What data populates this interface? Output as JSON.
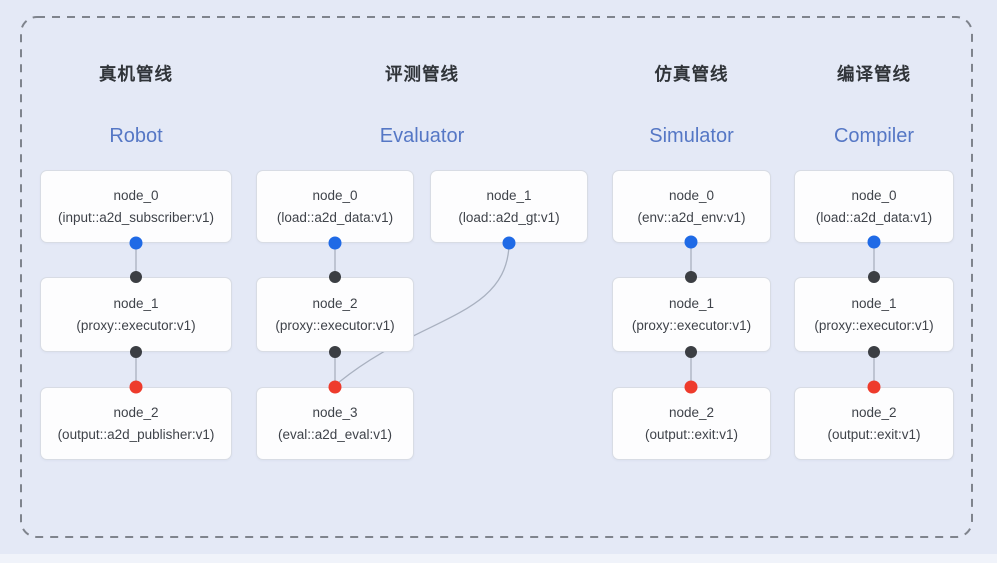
{
  "palette": {
    "background": "#e4e9f6",
    "box_bg": "#fdfdfe",
    "box_border": "#d8dce4",
    "edge": "#a9b1c0",
    "dashed": "#7f848d",
    "dot_blue": "#1f6ae6",
    "dot_dark": "#3b3e43",
    "dot_red": "#ee3b2c",
    "title_zh": "#303439",
    "title_en": "#5577c5",
    "node_text": "#3f434a"
  },
  "pipelines": [
    {
      "title_zh": "真机管线",
      "title_en": "Robot",
      "nodes": [
        {
          "title": "node_0",
          "subtitle": "(input::a2d_subscriber:v1)"
        },
        {
          "title": "node_1",
          "subtitle": "(proxy::executor:v1)"
        },
        {
          "title": "node_2",
          "subtitle": "(output::a2d_publisher:v1)"
        }
      ],
      "edges": [
        "node_0 -> node_1",
        "node_1 -> node_2"
      ]
    },
    {
      "title_zh": "评测管线",
      "title_en": "Evaluator",
      "nodes": [
        {
          "title": "node_0",
          "subtitle": "(load::a2d_data:v1)"
        },
        {
          "title": "node_1",
          "subtitle": "(load::a2d_gt:v1)"
        },
        {
          "title": "node_2",
          "subtitle": "(proxy::executor:v1)"
        },
        {
          "title": "node_3",
          "subtitle": "(eval::a2d_eval:v1)"
        }
      ],
      "edges": [
        "node_0 -> node_2",
        "node_2 -> node_3",
        "node_1 -> node_3"
      ]
    },
    {
      "title_zh": "仿真管线",
      "title_en": "Simulator",
      "nodes": [
        {
          "title": "node_0",
          "subtitle": "(env::a2d_env:v1)"
        },
        {
          "title": "node_1",
          "subtitle": "(proxy::executor:v1)"
        },
        {
          "title": "node_2",
          "subtitle": "(output::exit:v1)"
        }
      ],
      "edges": [
        "node_0 -> node_1",
        "node_1 -> node_2"
      ]
    },
    {
      "title_zh": "编译管线",
      "title_en": "Compiler",
      "nodes": [
        {
          "title": "node_0",
          "subtitle": "(load::a2d_data:v1)"
        },
        {
          "title": "node_1",
          "subtitle": "(proxy::executor:v1)"
        },
        {
          "title": "node_2",
          "subtitle": "(output::exit:v1)"
        }
      ],
      "edges": [
        "node_0 -> node_1",
        "node_1 -> node_2"
      ]
    }
  ]
}
